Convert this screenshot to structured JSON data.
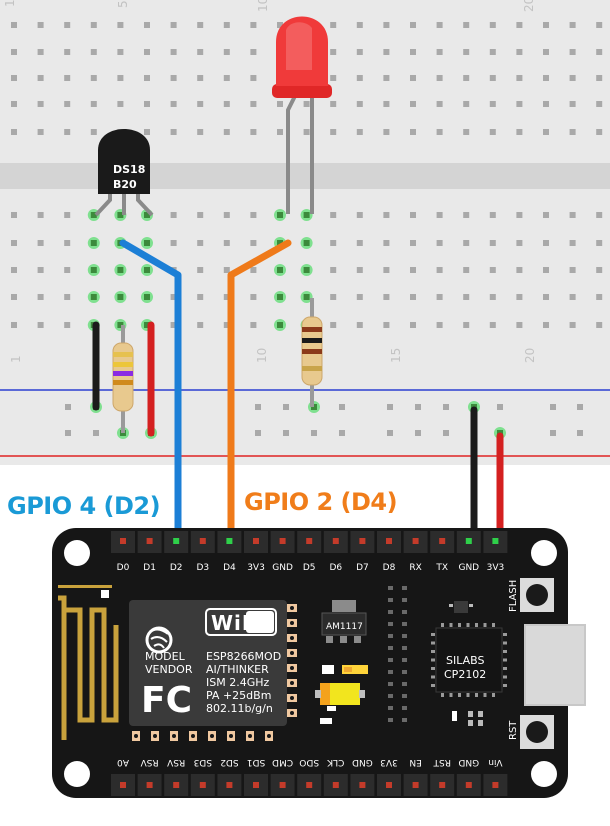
{
  "breadboard": {
    "column_numbers": [
      "1",
      "5",
      "10",
      "15",
      "20"
    ],
    "colors": {
      "board": "#e9e9e9",
      "channel": "#d4d4d4",
      "hole": "#a9a9a9",
      "active": "#34d058",
      "rail_blue": "#2a3fd1",
      "rail_red": "#e02424"
    }
  },
  "sensor": {
    "label_line1": "DS18",
    "label_line2": "B20"
  },
  "led": {
    "color": "#ee2c2c"
  },
  "labels": {
    "gpio4": "GPIO 4 (D2)",
    "gpio4_color": "#1a9ad6",
    "gpio2": "GPIO 2 (D4)",
    "gpio2_color": "#f07d1a"
  },
  "board": {
    "top_pins": [
      "D0",
      "D1",
      "D2",
      "D3",
      "D4",
      "3V3",
      "GND",
      "D5",
      "D6",
      "D7",
      "D8",
      "RX",
      "TX",
      "GND",
      "3V3"
    ],
    "bottom_pins": [
      "A0",
      "RSV",
      "RSV",
      "SD3",
      "SD2",
      "SD1",
      "CMD",
      "SDO",
      "CLK",
      "GND",
      "3V3",
      "EN",
      "RST",
      "GND",
      "Vin"
    ],
    "module": {
      "wifi": "WiFi",
      "model": "MODEL",
      "vendor": "VENDOR",
      "fcc": "FC",
      "spec_lines": [
        "ESP8266MOD",
        "AI/THINKER",
        "ISM 2.4GHz",
        "PA +25dBm",
        "802.11b/g/n"
      ]
    },
    "regulator": "AM1117",
    "usb_chip": [
      "SILABS",
      "CP2102"
    ],
    "flash_button": "FLASH",
    "rst_button": "RST"
  }
}
